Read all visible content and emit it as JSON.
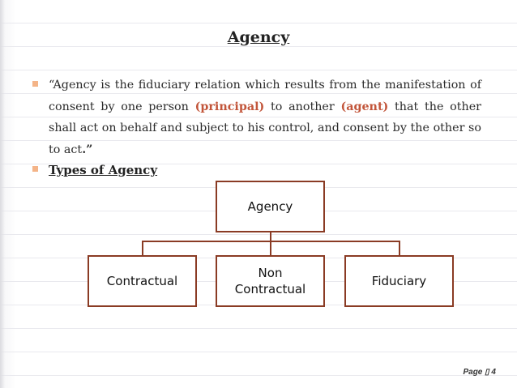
{
  "slide": {
    "title": "Agency",
    "quote": {
      "part1": "“Agency is the fiduciary relation which results from the manifestation of consent by one person ",
      "principal": "(principal)",
      "part2": " to another ",
      "agent": "(agent)",
      "part3": " that the other shall act on behalf and subject to his control, and consent by the other so to act",
      "end": ".”"
    },
    "types_heading": "Types of Agency",
    "diagram": {
      "root": "Agency",
      "children": [
        {
          "label": "Contractual"
        },
        {
          "line1": "Non",
          "line2": "Contractual"
        },
        {
          "label": "Fiduciary"
        }
      ]
    },
    "page_label": "Page ▯ 4"
  },
  "colors": {
    "bullet": "#f4b488",
    "highlight": "#c2553a",
    "box_border": "#8a3b24"
  }
}
